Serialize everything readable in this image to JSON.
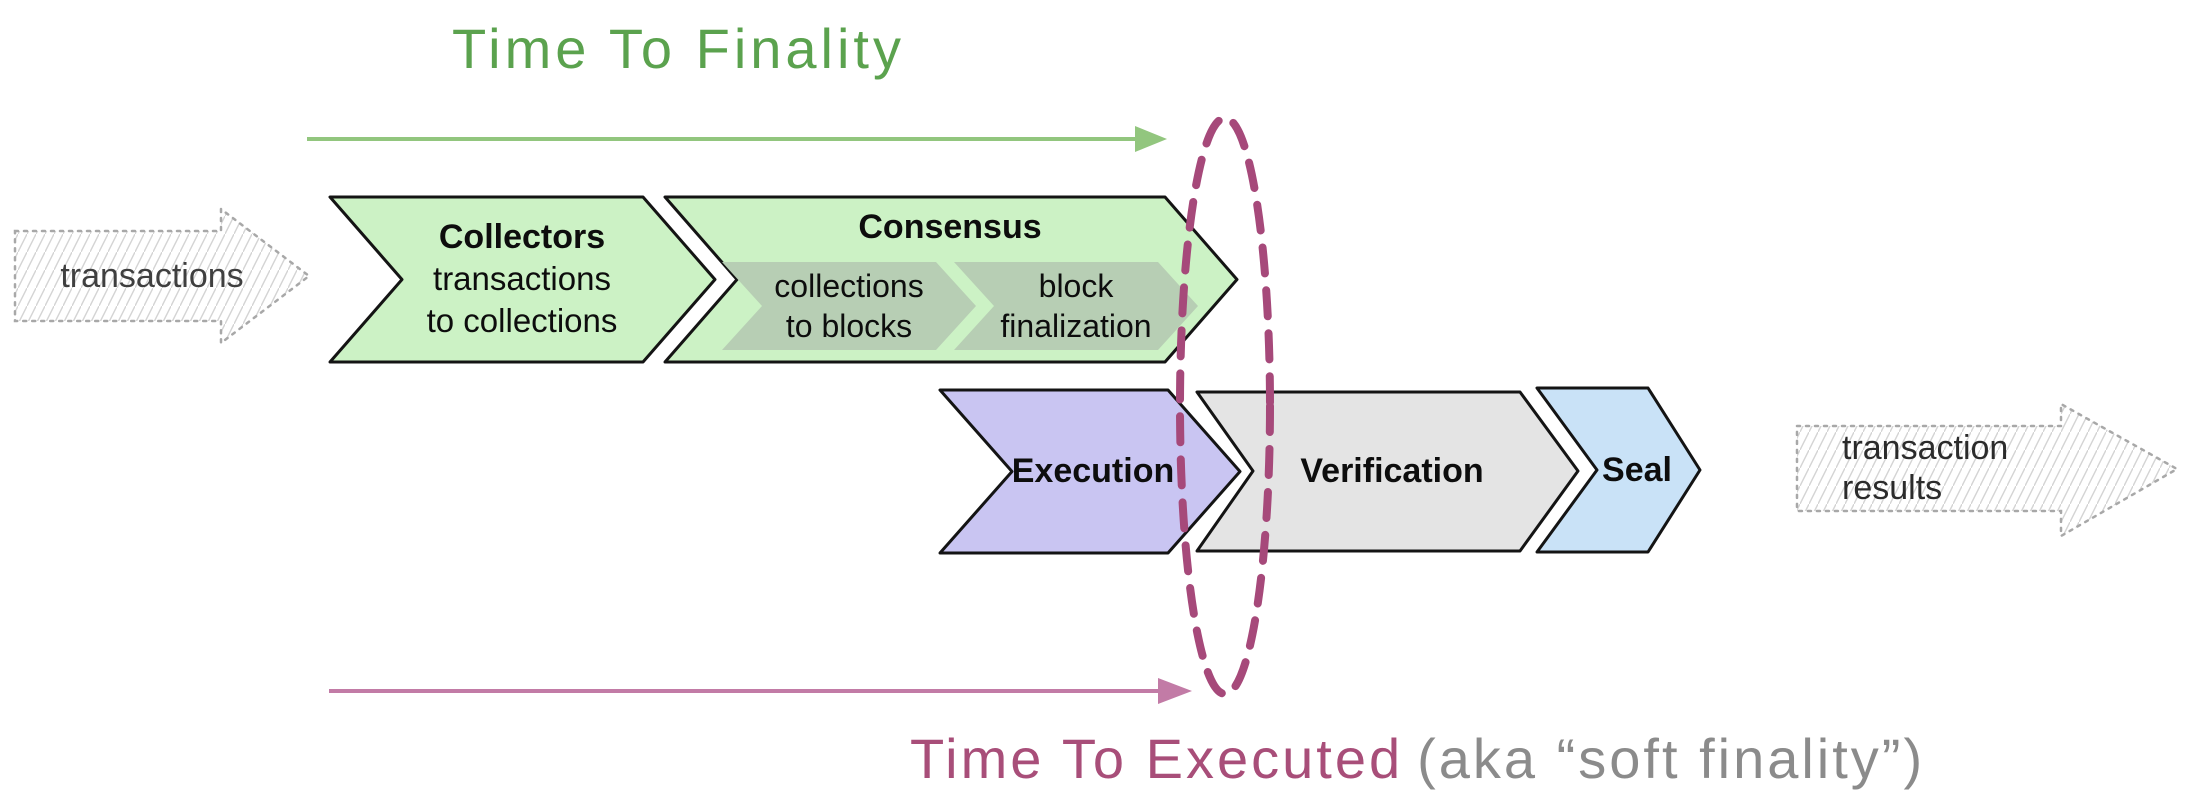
{
  "title_top": {
    "label": "Time To Finality"
  },
  "title_bottom": {
    "primary": "Time To Executed",
    "secondary": "(aka “soft finality”)"
  },
  "input_arrow": {
    "label": "transactions"
  },
  "output_arrow": {
    "label": "transaction\nresults"
  },
  "stages": {
    "collectors": {
      "title": "Collectors",
      "subtitle": "transactions\nto collections"
    },
    "consensus": {
      "title": "Consensus",
      "substeps": {
        "first": "collections\nto blocks",
        "second": "block\nfinalization"
      }
    },
    "execution": {
      "title": "Execution"
    },
    "verification": {
      "title": "Verification"
    },
    "seal": {
      "title": "Seal"
    }
  },
  "colors": {
    "stage_green": "#ccf2c5",
    "stage_green_substep": "#b7ceb4",
    "stage_purple": "#c9c5f2",
    "stage_gray": "#e4e4e4",
    "stage_blue": "#c9e2f7",
    "stage_outline": "#141414",
    "finality_green_text": "#5ba24e",
    "finality_arrow_green": "#92c67e",
    "executed_pink_text": "#a84e79",
    "executed_arrow_pink": "#c27ba6",
    "ellipse_maroon": "#a6497a",
    "secondary_gray_text": "#8b8b8b",
    "sketch_border_gray": "#a8a8a8",
    "sketch_hatch_gray": "#d4d4d4",
    "sketch_label_dark": "#3f3f3f"
  }
}
